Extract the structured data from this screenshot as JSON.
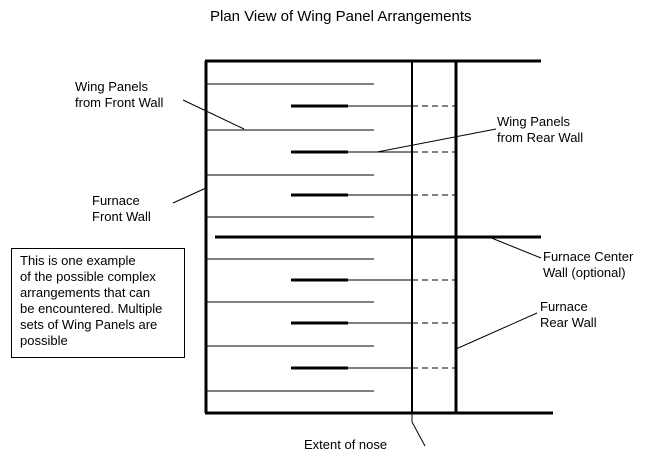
{
  "diagram": {
    "title": "Plan View of  Wing Panel Arrangements",
    "labels": {
      "front_panels": [
        "Wing Panels",
        "from Front Wall"
      ],
      "rear_panels": [
        "Wing Panels",
        "from Rear Wall"
      ],
      "front_wall": [
        "Furnace",
        "Front Wall"
      ],
      "center_wall": [
        "Furnace Center",
        "Wall (optional)"
      ],
      "rear_wall": [
        "Furnace",
        "Rear Wall"
      ],
      "nose": [
        "Extent of nose"
      ]
    },
    "note": [
      "This is one example",
      "of the possible complex",
      "arrangements that can",
      "be encountered. Multiple",
      "sets of Wing Panels are",
      "possible"
    ]
  }
}
